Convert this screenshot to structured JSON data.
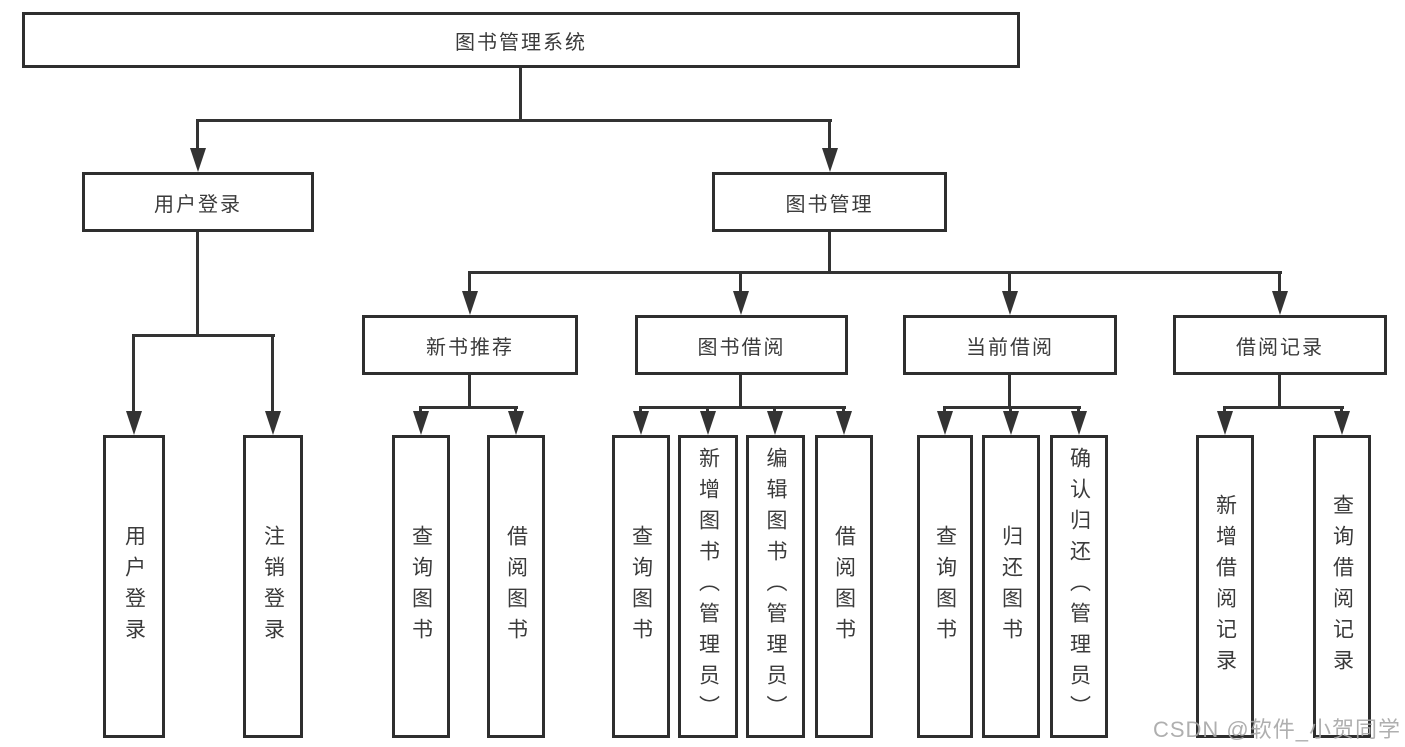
{
  "diagram_type": "hierarchy-tree",
  "tree": {
    "label": "图书管理系统",
    "children": [
      {
        "label": "用户登录",
        "children": [
          {
            "label": "用户登录"
          },
          {
            "label": "注销登录"
          }
        ]
      },
      {
        "label": "图书管理",
        "children": [
          {
            "label": "新书推荐",
            "children": [
              {
                "label": "查询图书"
              },
              {
                "label": "借阅图书"
              }
            ]
          },
          {
            "label": "图书借阅",
            "children": [
              {
                "label": "查询图书"
              },
              {
                "label": "新增图书（管理员）"
              },
              {
                "label": "编辑图书（管理员）"
              },
              {
                "label": "借阅图书"
              }
            ]
          },
          {
            "label": "当前借阅",
            "children": [
              {
                "label": "查询图书"
              },
              {
                "label": "归还图书"
              },
              {
                "label": "确认归还（管理员）"
              }
            ]
          },
          {
            "label": "借阅记录",
            "children": [
              {
                "label": "新增借阅记录"
              },
              {
                "label": "查询借阅记录"
              }
            ]
          }
        ]
      }
    ]
  },
  "watermark": {
    "text": "CSDN @软件_小贺同学"
  },
  "colors": {
    "background": "#ffffff",
    "box_border": "#2e2e2e",
    "box_fill": "#ffffff",
    "line": "#333333",
    "text": "#3b3b3b",
    "watermark": "#a6a6a6"
  }
}
